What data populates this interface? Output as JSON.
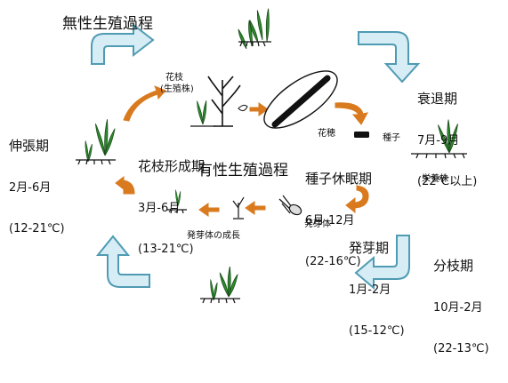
{
  "diagram": {
    "asexual_title": "無性生殖過程",
    "sexual_title": "有性生殖過程",
    "flower_stalk": "花枝",
    "flower_stalk_sub": "(生殖株)",
    "panicle": "花穂",
    "seed": "種子",
    "vegetative": "栄養株",
    "germinant": "発芽体",
    "germinant_growth": "発芽体の成長",
    "stages": [
      {
        "name": "衰退期",
        "months": "7月-9月",
        "temp": "(22℃以上)"
      },
      {
        "name": "種子休眠期",
        "months": "6月-12月",
        "temp": "(22-16℃)"
      },
      {
        "name": "分枝期",
        "months": "10月-2月",
        "temp": "(22-13℃)"
      },
      {
        "name": "発芽期",
        "months": "1月-2月",
        "temp": "(15-12℃)"
      },
      {
        "name": "花枝形成期",
        "months": "3月-6月",
        "temp": "(13-21℃)"
      },
      {
        "name": "伸張期",
        "months": "2月-6月",
        "temp": "(12-21℃)"
      }
    ]
  },
  "colors": {
    "big_arrow_fill": "#d6edf5",
    "big_arrow_stroke": "#4f9bb3",
    "small_arrow": "#d97a1e",
    "plant_green": "#2e8b2e",
    "ink": "#111111"
  },
  "icons": [
    "plant-cluster-icon",
    "tree-icon",
    "flower-bud-icon",
    "seed-pod-icon",
    "seed-icon",
    "sprout-icon",
    "germinant-icon"
  ]
}
